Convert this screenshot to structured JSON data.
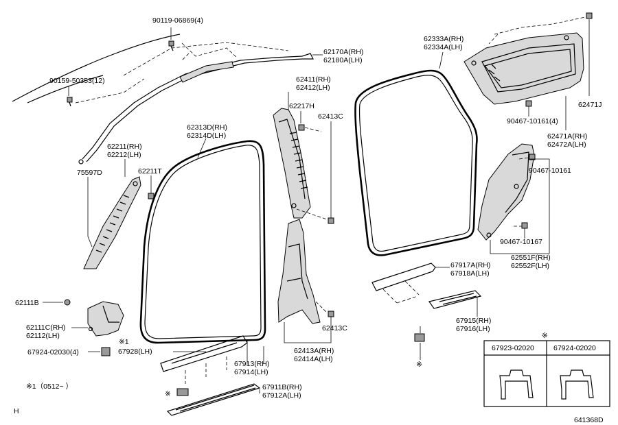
{
  "labels": {
    "p90119": "90119-06869(4)",
    "p62170a": "62170A(RH)",
    "p62180a": "62180A(LH)",
    "p90159": "90159-50353(12)",
    "p62411": "62411(RH)",
    "p62412": "62412(LH)",
    "p62217h": "62217H",
    "p62413c_top": "62413C",
    "p62333a": "62333A(RH)",
    "p62334a": "62334A(LH)",
    "p62471j": "62471J",
    "p90467_10161_4": "90467-10161(4)",
    "p62471a": "62471A(RH)",
    "p62472a": "62472A(LH)",
    "p62313d": "62313D(RH)",
    "p62314d": "62314D(LH)",
    "p62211": "62211(RH)",
    "p62212": "62212(LH)",
    "p75597d": "75597D",
    "p62211t": "62211T",
    "p90467_10161": "90467-10161",
    "p90467_10167": "90467-10167",
    "p62551f": "62551F(RH)",
    "p62552f": "62552F(LH)",
    "p67917a": "67917A(RH)",
    "p67918a": "67918A(LH)",
    "p62111b": "62111B",
    "p62111c": "62111C(RH)",
    "p62112": "62112(LH)",
    "p62413c_bot": "62413C",
    "p67915": "67915(RH)",
    "p67916": "67916(LH)",
    "note1_small": "※1",
    "p62413a": "62413A(RH)",
    "p62414a": "62414A(LH)",
    "p67924_left": "67924-02030(4)",
    "p67928": "67928(LH)",
    "p67913": "67913(RH)",
    "p67914": "67914(LH)",
    "p67911b": "67911B(RH)",
    "p67912a": "67912A(LH)",
    "ref_mark_floor": "※",
    "ref_mark_clip": "※",
    "ref_mark_table": "※",
    "footnote": "※1（0512−     ）",
    "corner_h": "H",
    "diagram_id": "641368D"
  },
  "clip_table": {
    "col1": "67923-02020",
    "col2": "67924-02020"
  }
}
